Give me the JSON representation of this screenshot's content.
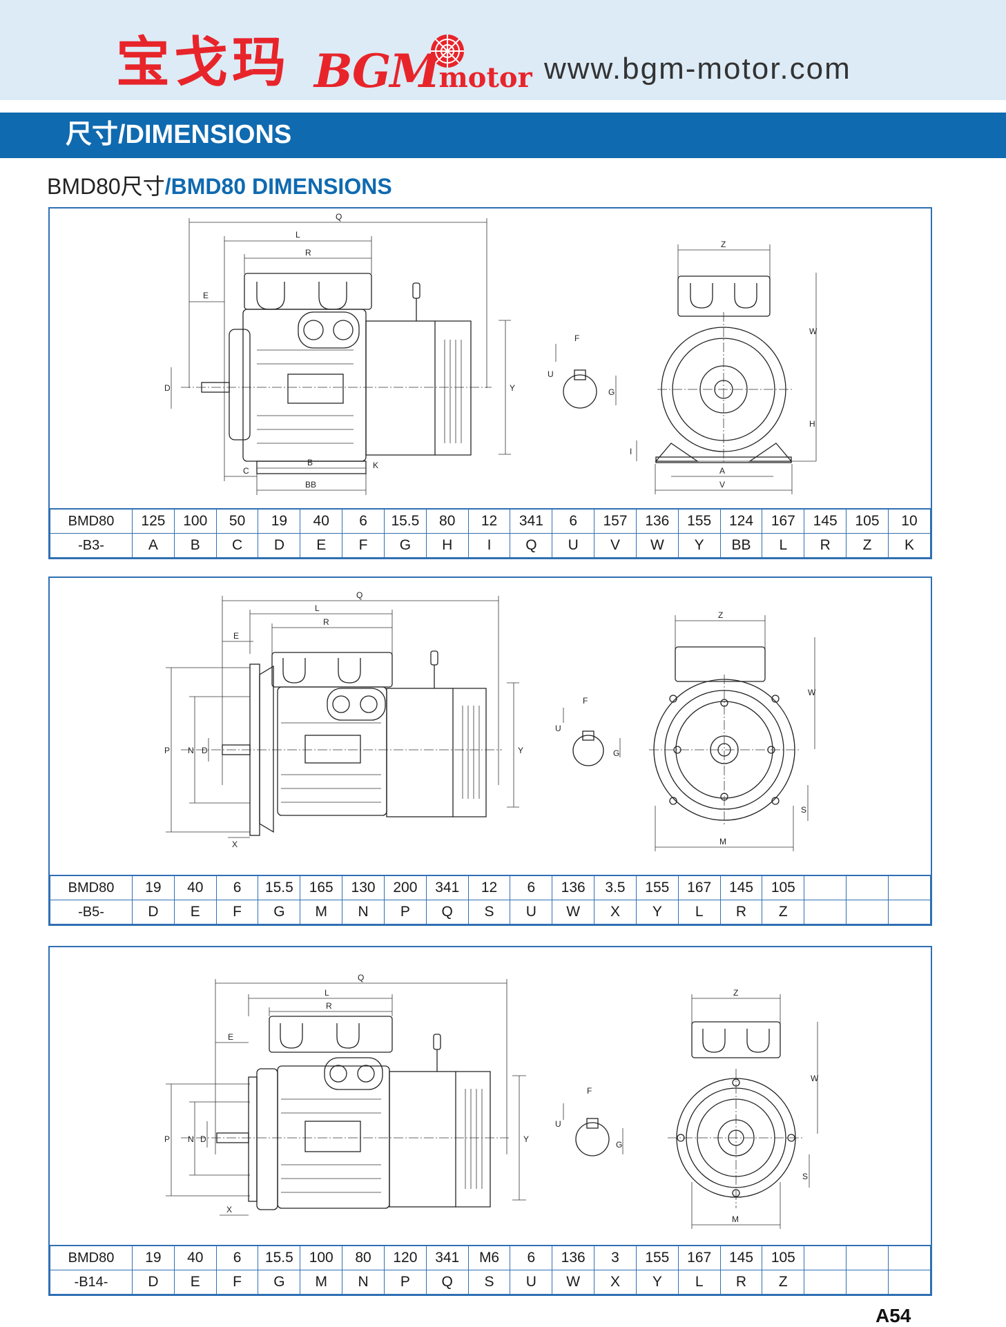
{
  "header": {
    "logo_cn": "宝戈玛",
    "logo_en_main": "BGM",
    "logo_en_small": "motor",
    "website": "www.bgm-motor.com"
  },
  "section": {
    "title": "尺寸/DIMENSIONS"
  },
  "subtitle": {
    "cn": "BMD80尺寸",
    "en": "/BMD80 DIMENSIONS"
  },
  "panels": [
    {
      "model": "BMD80",
      "mount": "-B3-",
      "values": [
        "125",
        "100",
        "50",
        "19",
        "40",
        "6",
        "15.5",
        "80",
        "12",
        "341",
        "6",
        "157",
        "136",
        "155",
        "124",
        "167",
        "145",
        "105",
        "10"
      ],
      "letters": [
        "A",
        "B",
        "C",
        "D",
        "E",
        "F",
        "G",
        "H",
        "I",
        "Q",
        "U",
        "V",
        "W",
        "Y",
        "BB",
        "L",
        "R",
        "Z",
        "K"
      ],
      "drawing_labels": [
        "Q",
        "L",
        "R",
        "E",
        "D",
        "C",
        "B",
        "BB",
        "K",
        "Y",
        "F",
        "U",
        "G",
        "Z",
        "W",
        "H",
        "I",
        "A",
        "V"
      ]
    },
    {
      "model": "BMD80",
      "mount": "-B5-",
      "values": [
        "19",
        "40",
        "6",
        "15.5",
        "165",
        "130",
        "200",
        "341",
        "12",
        "6",
        "136",
        "3.5",
        "155",
        "167",
        "145",
        "105",
        "",
        "",
        ""
      ],
      "letters": [
        "D",
        "E",
        "F",
        "G",
        "M",
        "N",
        "P",
        "Q",
        "S",
        "U",
        "W",
        "X",
        "Y",
        "L",
        "R",
        "Z",
        "",
        "",
        ""
      ],
      "drawing_labels": [
        "Q",
        "L",
        "R",
        "E",
        "P",
        "N",
        "D",
        "X",
        "Y",
        "F",
        "U",
        "G",
        "Z",
        "W",
        "S",
        "M"
      ]
    },
    {
      "model": "BMD80",
      "mount": "-B14-",
      "values": [
        "19",
        "40",
        "6",
        "15.5",
        "100",
        "80",
        "120",
        "341",
        "M6",
        "6",
        "136",
        "3",
        "155",
        "167",
        "145",
        "105",
        "",
        "",
        ""
      ],
      "letters": [
        "D",
        "E",
        "F",
        "G",
        "M",
        "N",
        "P",
        "Q",
        "S",
        "U",
        "W",
        "X",
        "Y",
        "L",
        "R",
        "Z",
        "",
        "",
        ""
      ],
      "drawing_labels": [
        "Q",
        "L",
        "R",
        "E",
        "P",
        "N",
        "D",
        "X",
        "Y",
        "F",
        "U",
        "G",
        "Z",
        "W",
        "S",
        "M"
      ]
    }
  ],
  "page": {
    "number": "A54"
  },
  "colors": {
    "brand_red": "#e8242b",
    "brand_blue": "#0f6ab0",
    "header_bg": "#dcebf6",
    "table_border": "#2f6fb3"
  }
}
